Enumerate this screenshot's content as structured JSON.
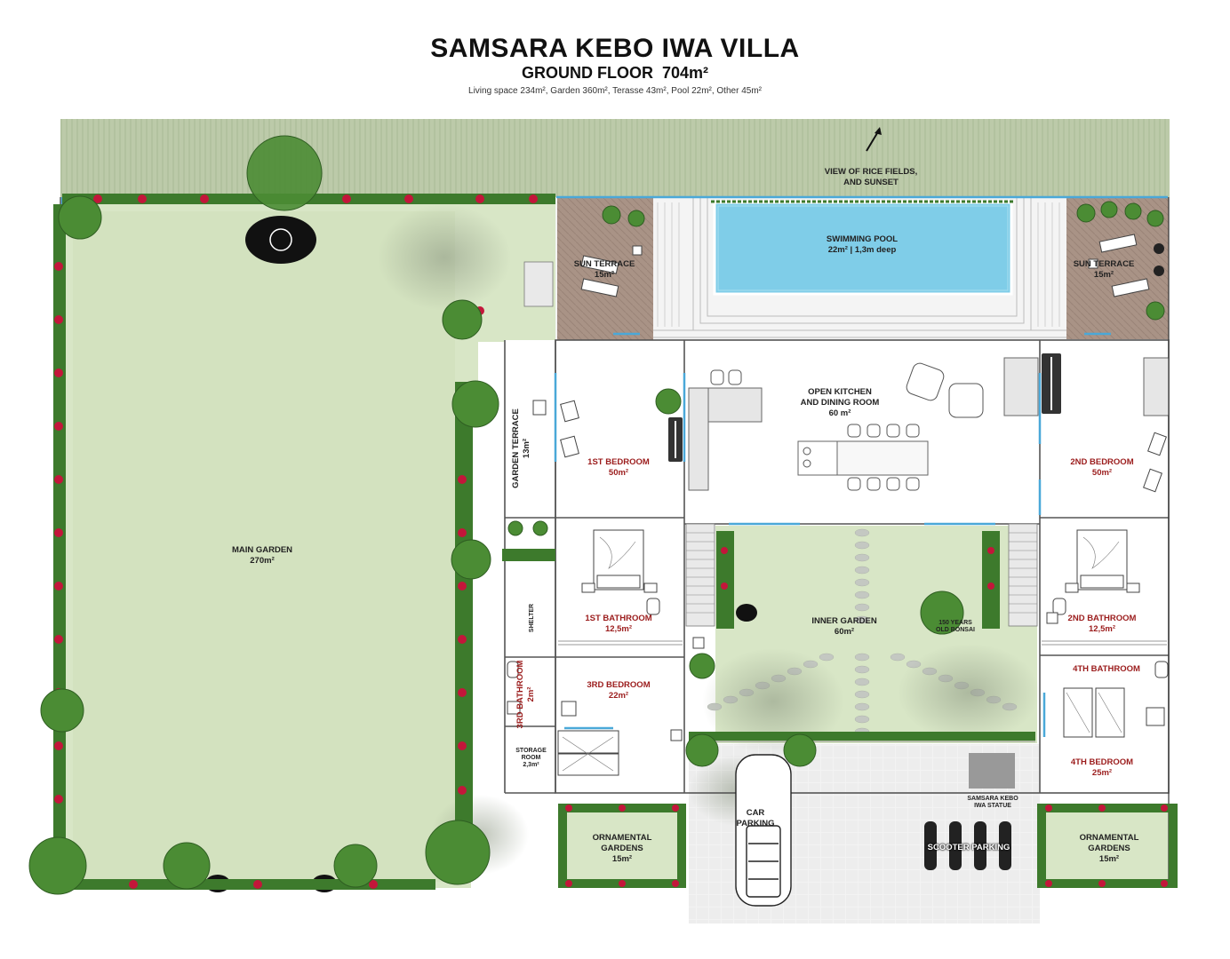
{
  "header": {
    "title": "SAMSARA KEBO IWA VILLA",
    "subtitle_floor": "GROUND FLOOR",
    "subtitle_area": "704m²",
    "stats": "Living space 234m², Garden 360m², Terasse 43m², Pool 22m², Other 45m²"
  },
  "labels": {
    "view": {
      "line1": "VIEW OF RICE FIELDS,",
      "line2": "AND SUNSET"
    },
    "pool": {
      "name": "SWIMMING POOL",
      "area": "22m²  | 1,3m deep"
    },
    "sun_terrace_left": {
      "name": "SUN TERRACE",
      "area": "15m²"
    },
    "sun_terrace_right": {
      "name": "SUN TERRACE",
      "area": "15m²"
    },
    "main_garden": {
      "name": "MAIN GARDEN",
      "area": "270m²"
    },
    "garden_terrace": {
      "name": "GARDEN TERRACE",
      "area": "13m²"
    },
    "kitchen": {
      "name": "OPEN KITCHEN",
      "name2": "AND DINING ROOM",
      "area": "60 m²"
    },
    "bedroom1": {
      "name": "1ST BEDROOM",
      "area": "50m²"
    },
    "bedroom2": {
      "name": "2ND BEDROOM",
      "area": "50m²"
    },
    "bedroom3": {
      "name": "3RD BEDROOM",
      "area": "22m²"
    },
    "bedroom4": {
      "name": "4TH BEDROOM",
      "area": "25m²"
    },
    "bathroom1": {
      "name": "1ST BATHROOM",
      "area": "12,5m²"
    },
    "bathroom2": {
      "name": "2ND BATHROOM",
      "area": "12,5m²"
    },
    "bathroom3": {
      "name": "3RD BATHROOM",
      "area": "2m²"
    },
    "bathroom4": {
      "name": "4TH BATHROOM"
    },
    "shelter": {
      "name": "SHELTER"
    },
    "storage": {
      "name": "STORAGE",
      "name2": "ROOM",
      "area": "2,3m²"
    },
    "inner_garden": {
      "name": "INNER GARDEN",
      "area": "60m²"
    },
    "bonsai": {
      "line1": "150 YEARS",
      "line2": "OLD BONSAI"
    },
    "ornamental_left": {
      "name": "ORNAMENTAL",
      "name2": "GARDENS",
      "area": "15m²"
    },
    "ornamental_right": {
      "name": "ORNAMENTAL",
      "name2": "GARDENS",
      "area": "15m²"
    },
    "car_parking": {
      "name": "CAR",
      "name2": "PARKING"
    },
    "scooter_parking": {
      "name": "SCOOTER  PARKING"
    },
    "statue": {
      "line1": "SAMSARA KEBO",
      "line2": "IWA STATUE"
    }
  },
  "colors": {
    "rice_field": "#b9c9a8",
    "lawn": "#d8e6c6",
    "pool_water": "#7fcde8",
    "deck": "#a89488",
    "accent_red": "#9b1c1c",
    "glass": "#4aa8d8",
    "foliage": "#3d7a2c",
    "flower": "#c3163a"
  }
}
